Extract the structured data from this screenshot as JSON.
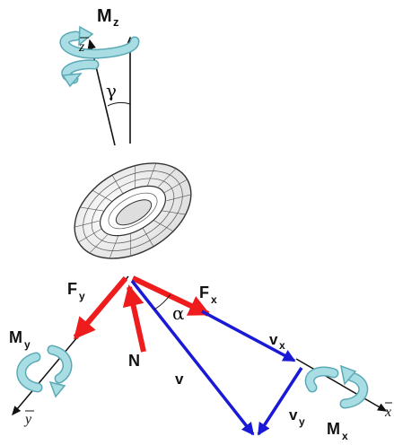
{
  "labels": {
    "Mz": {
      "main": "M",
      "sub": "z"
    },
    "z_axis": "z",
    "gamma": "γ",
    "Fy": {
      "main": "F",
      "sub": "y"
    },
    "Fx": {
      "main": "F",
      "sub": "x"
    },
    "N": "N",
    "alpha": "α",
    "My": {
      "main": "M",
      "sub": "y"
    },
    "y_axis": "y",
    "v": "v",
    "vx": {
      "main": "v",
      "sub": "x"
    },
    "vy": {
      "main": "v",
      "sub": "y"
    },
    "Mx": {
      "main": "M",
      "sub": "x"
    },
    "x_axis": "x"
  },
  "colors": {
    "force": "#ee1c1c",
    "velocity": "#1a1ad6",
    "moment": "#7fc6cf",
    "axis": "#111111",
    "tire_fill": "#f2f2f2",
    "tire_line": "#333333"
  }
}
